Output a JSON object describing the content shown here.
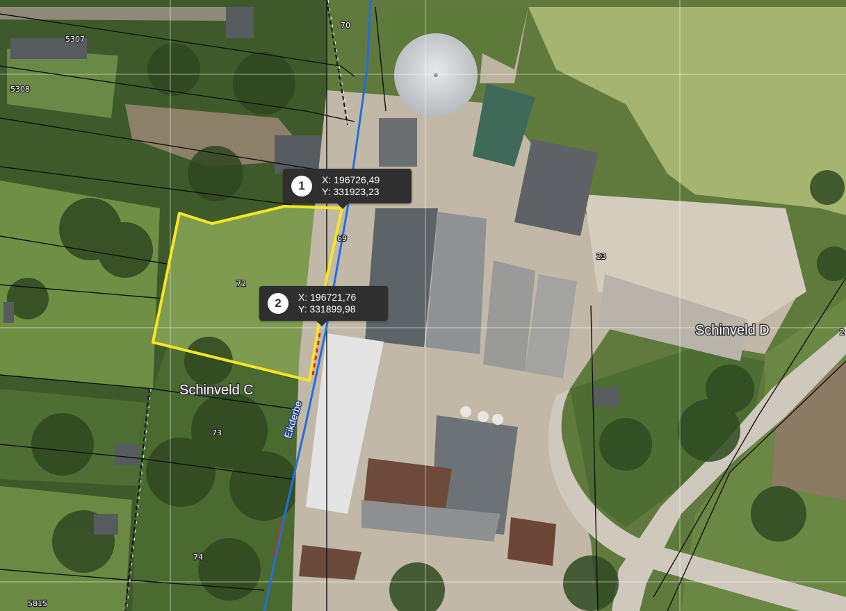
{
  "map": {
    "parcel_labels": [
      "5307",
      "5308",
      "70",
      "69",
      "72",
      "73",
      "74",
      "5815",
      "23"
    ],
    "place_labels": [
      "Schinveld C",
      "Schinveld D"
    ],
    "street_label": "Eikderbe",
    "edge_label": "2"
  },
  "markers": [
    {
      "number": "1",
      "x": "X: 196726,49",
      "y": "Y: 331923,23"
    },
    {
      "number": "2",
      "x": "X: 196721,76",
      "y": "Y: 331899,98"
    }
  ],
  "colors": {
    "selection_outline": "#f5e625",
    "watercourse": "#1f6fe0",
    "marker_background": "#2f2f2f",
    "parcel_line": "#111111"
  }
}
